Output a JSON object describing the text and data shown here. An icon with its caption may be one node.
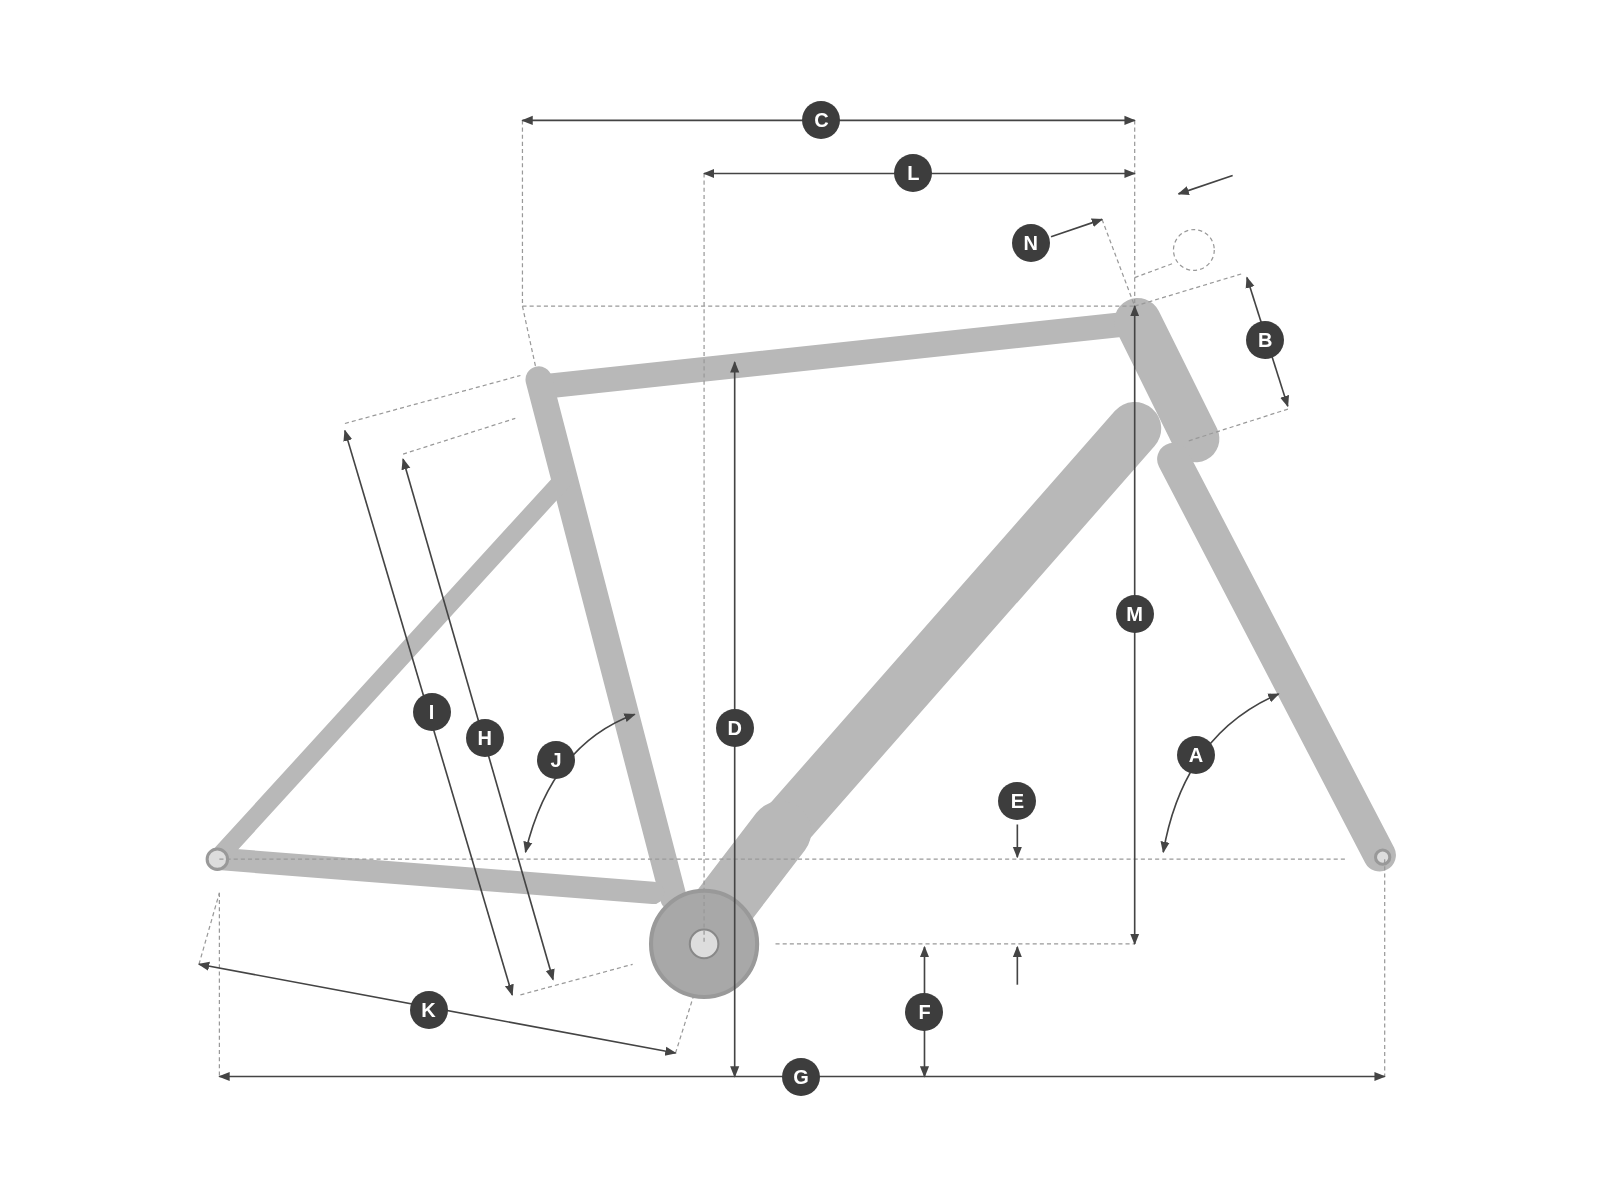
{
  "diagram": {
    "nodes": [
      {
        "text": [
          "C"
        ]
      },
      {
        "text": [
          "L"
        ]
      },
      {
        "text": [
          "N"
        ]
      },
      {
        "text": [
          "B"
        ]
      },
      {
        "text": [
          "M"
        ]
      },
      {
        "text": [
          "I"
        ]
      },
      {
        "text": [
          "H"
        ]
      },
      {
        "text": [
          "J"
        ]
      },
      {
        "text": [
          "D"
        ]
      },
      {
        "text": [
          "A"
        ]
      },
      {
        "text": [
          "E"
        ]
      },
      {
        "text": [
          "F"
        ]
      },
      {
        "text": [
          "K"
        ]
      },
      {
        "text": [
          "G"
        ]
      }
    ]
  }
}
